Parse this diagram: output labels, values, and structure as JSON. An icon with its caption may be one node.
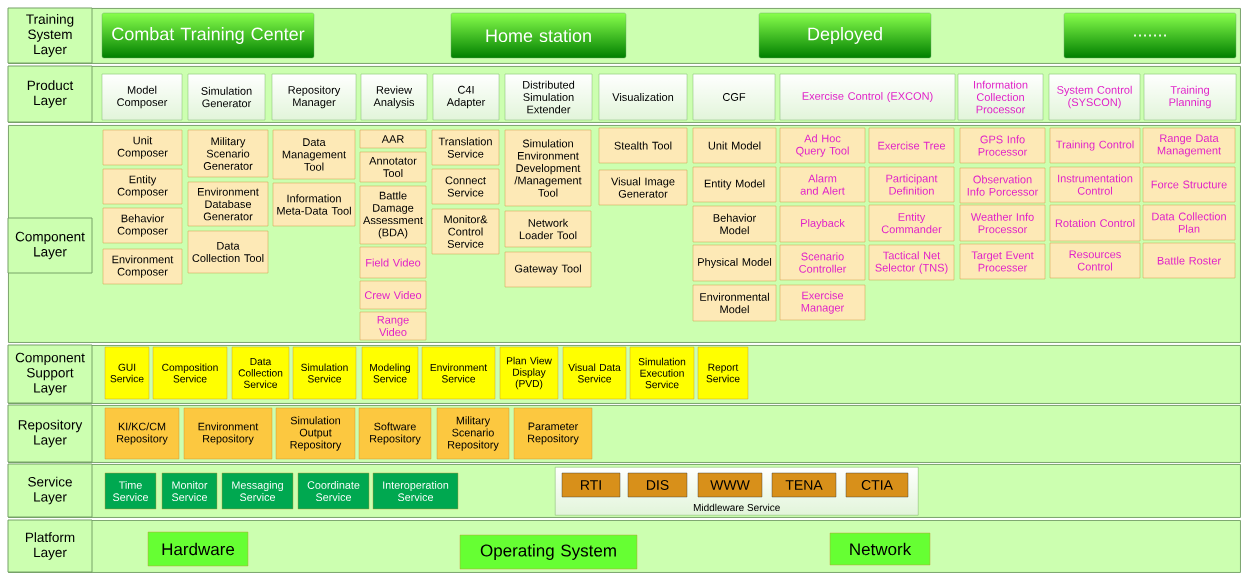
{
  "diagram": {
    "nodes": [
      {
        "text": [
          "Training System Layer"
        ]
      },
      {
        "text": [
          "Combat Training Center"
        ],
        "in": 0
      },
      {
        "text": [
          "Home station"
        ],
        "in": 0
      },
      {
        "text": [
          "Deployed"
        ],
        "in": 0
      },
      {
        "text": [
          "......."
        ],
        "in": 0
      },
      {
        "text": [
          "Product Layer"
        ]
      },
      {
        "text": [
          "Model Composer"
        ],
        "in": 5
      },
      {
        "text": [
          "Simulation Generator"
        ],
        "in": 5
      },
      {
        "text": [
          "Repository Manager"
        ],
        "in": 5
      },
      {
        "text": [
          "Review Analysis"
        ],
        "in": 5
      },
      {
        "text": [
          "C4I Adapter"
        ],
        "in": 5
      },
      {
        "text": [
          "Distributed Simulation Extender"
        ],
        "in": 5
      },
      {
        "text": [
          "Visualization"
        ],
        "in": 5
      },
      {
        "text": [
          "CGF"
        ],
        "in": 5
      },
      {
        "text": [
          "Exercise Control (EXCON)"
        ],
        "in": 5
      },
      {
        "text": [
          "Information Collection Processor"
        ],
        "in": 5
      },
      {
        "text": [
          "System Control (SYSCON)"
        ],
        "in": 5
      },
      {
        "text": [
          "Training Planning"
        ],
        "in": 5
      },
      {
        "text": [
          "Component Layer"
        ]
      },
      {
        "text": [
          "Unit Composer"
        ],
        "in": 18
      },
      {
        "text": [
          "Entity Composer"
        ],
        "in": 18
      },
      {
        "text": [
          "Behavior Composer"
        ],
        "in": 18
      },
      {
        "text": [
          "Environment Composer"
        ],
        "in": 18
      },
      {
        "text": [
          "Military Scenario Generator"
        ],
        "in": 18
      },
      {
        "text": [
          "Environment Database Generator"
        ],
        "in": 18
      },
      {
        "text": [
          "Data Collection Tool"
        ],
        "in": 18
      },
      {
        "text": [
          "Data Management Tool"
        ],
        "in": 18
      },
      {
        "text": [
          "Information Meta-Data Tool"
        ],
        "in": 18
      },
      {
        "text": [
          "AAR"
        ],
        "in": 18
      },
      {
        "text": [
          "Annotator Tool"
        ],
        "in": 18
      },
      {
        "text": [
          "Battle Damage Assessment (BDA)"
        ],
        "in": 18
      },
      {
        "text": [
          "Field Video"
        ],
        "in": 18
      },
      {
        "text": [
          "Crew Video"
        ],
        "in": 18
      },
      {
        "text": [
          "Range Video"
        ],
        "in": 18
      },
      {
        "text": [
          "Translation Service"
        ],
        "in": 18
      },
      {
        "text": [
          "Connect Service"
        ],
        "in": 18
      },
      {
        "text": [
          "Monitor& Control Service"
        ],
        "in": 18
      },
      {
        "text": [
          "Simulation Environment Development /Management Tool"
        ],
        "in": 18
      },
      {
        "text": [
          "Network Loader Tool"
        ],
        "in": 18
      },
      {
        "text": [
          "Gateway Tool"
        ],
        "in": 18
      },
      {
        "text": [
          "Stealth Tool"
        ],
        "in": 18
      },
      {
        "text": [
          "Visual Image Generator"
        ],
        "in": 18
      },
      {
        "text": [
          "Unit Model"
        ],
        "in": 18
      },
      {
        "text": [
          "Entity Model"
        ],
        "in": 18
      },
      {
        "text": [
          "Behavior Model"
        ],
        "in": 18
      },
      {
        "text": [
          "Physical Model"
        ],
        "in": 18
      },
      {
        "text": [
          "Environmental Model"
        ],
        "in": 18
      },
      {
        "text": [
          "Ad Hoc Query Tool"
        ],
        "in": 18
      },
      {
        "text": [
          "Alarm and Alert"
        ],
        "in": 18
      },
      {
        "text": [
          "Playback"
        ],
        "in": 18
      },
      {
        "text": [
          "Scenario Controller"
        ],
        "in": 18
      },
      {
        "text": [
          "Exercise Manager"
        ],
        "in": 18
      },
      {
        "text": [
          "Exercise Tree"
        ],
        "in": 18
      },
      {
        "text": [
          "Participant Definition"
        ],
        "in": 18
      },
      {
        "text": [
          "Entity Commander"
        ],
        "in": 18
      },
      {
        "text": [
          "Tactical Net Selector (TNS)"
        ],
        "in": 18
      },
      {
        "text": [
          "GPS Info Processor"
        ],
        "in": 18
      },
      {
        "text": [
          "Observation Info Porcessor"
        ],
        "in": 18
      },
      {
        "text": [
          "Weather Info Processor"
        ],
        "in": 18
      },
      {
        "text": [
          "Target Event Processer"
        ],
        "in": 18
      },
      {
        "text": [
          "Training Control"
        ],
        "in": 18
      },
      {
        "text": [
          "Instrumentation Control"
        ],
        "in": 18
      },
      {
        "text": [
          "Rotation Control"
        ],
        "in": 18
      },
      {
        "text": [
          "Resources Control"
        ],
        "in": 18
      },
      {
        "text": [
          "Range Data Management"
        ],
        "in": 18
      },
      {
        "text": [
          "Force Structure"
        ],
        "in": 18
      },
      {
        "text": [
          "Data Collection Plan"
        ],
        "in": 18
      },
      {
        "text": [
          "Battle Roster"
        ],
        "in": 18
      },
      {
        "text": [
          "Component Support Layer"
        ]
      },
      {
        "text": [
          "GUI Service"
        ],
        "in": 68
      },
      {
        "text": [
          "Composition Service"
        ],
        "in": 68
      },
      {
        "text": [
          "Data Collection Service"
        ],
        "in": 68
      },
      {
        "text": [
          "Simulation Service"
        ],
        "in": 68
      },
      {
        "text": [
          "Modeling Service"
        ],
        "in": 68
      },
      {
        "text": [
          "Environment Service"
        ],
        "in": 68
      },
      {
        "text": [
          "Plan View Display (PVD)"
        ],
        "in": 68
      },
      {
        "text": [
          "Visual Data Service"
        ],
        "in": 68
      },
      {
        "text": [
          "Simulation Execution Service"
        ],
        "in": 68
      },
      {
        "text": [
          "Report Service"
        ],
        "in": 68
      },
      {
        "text": [
          "Repository Layer"
        ]
      },
      {
        "text": [
          "KI/KC/CM Repository"
        ],
        "in": 79
      },
      {
        "text": [
          "Environment Repository"
        ],
        "in": 79
      },
      {
        "text": [
          "Simulation Output Repository"
        ],
        "in": 79
      },
      {
        "text": [
          "Software Repository"
        ],
        "in": 79
      },
      {
        "text": [
          "Military Scenario Repository"
        ],
        "in": 79
      },
      {
        "text": [
          "Parameter Repository"
        ],
        "in": 79
      },
      {
        "text": [
          "Service Layer"
        ]
      },
      {
        "text": [
          "Time Service"
        ],
        "in": 86
      },
      {
        "text": [
          "Monitor Service"
        ],
        "in": 86
      },
      {
        "text": [
          "Messaging Service"
        ],
        "in": 86
      },
      {
        "text": [
          "Coordinate Service"
        ],
        "in": 86
      },
      {
        "text": [
          "Interoperation Service"
        ],
        "in": 86
      },
      {
        "text": [
          "Middleware Service"
        ],
        "in": 86
      },
      {
        "text": [
          "RTI"
        ],
        "in": 92
      },
      {
        "text": [
          "DIS"
        ],
        "in": 92
      },
      {
        "text": [
          "WWW"
        ],
        "in": 92
      },
      {
        "text": [
          "TENA"
        ],
        "in": 92
      },
      {
        "text": [
          "CTIA"
        ],
        "in": 92
      },
      {
        "text": [
          "Platform Layer"
        ]
      },
      {
        "text": [
          "Hardware"
        ],
        "in": 98
      },
      {
        "text": [
          "Operating System"
        ],
        "in": 98
      },
      {
        "text": [
          "Network"
        ],
        "in": 98
      }
    ]
  }
}
